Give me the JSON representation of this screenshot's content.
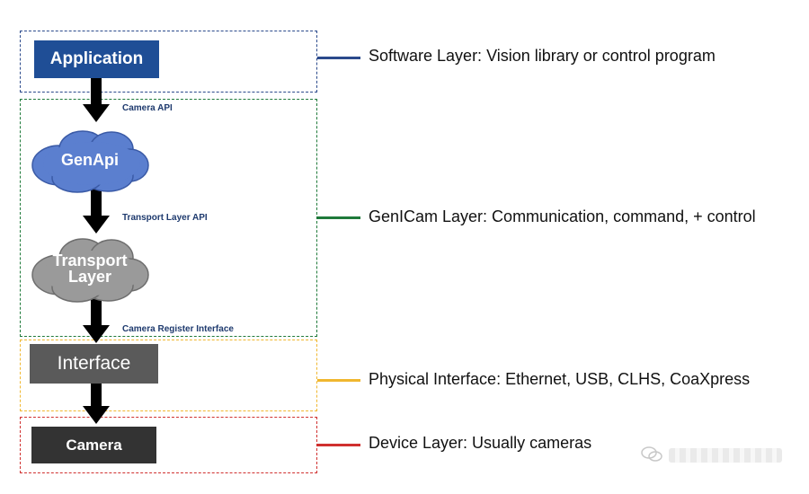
{
  "nodes": {
    "application": "Application",
    "genapi": "GenApi",
    "transport_layer": "Transport\nLayer",
    "interface": "Interface",
    "camera": "Camera"
  },
  "api_labels": {
    "camera_api": "Camera API",
    "transport_layer_api": "Transport Layer API",
    "camera_register_interface": "Camera Register Interface"
  },
  "layers": [
    {
      "description": "Software Layer: Vision library or control program",
      "color": "#2b4a8c"
    },
    {
      "description": "GenICam Layer: Communication, command, + control",
      "color": "#1f7a3a"
    },
    {
      "description": "Physical Interface: Ethernet, USB, CLHS, CoaXpress",
      "color": "#f0b72f"
    },
    {
      "description": "Device Layer: Usually cameras",
      "color": "#d0302f"
    }
  ],
  "colors": {
    "application_fill": "#1f4e96",
    "genapi_fill": "#5b7fcf",
    "transport_fill": "#9a9a9a",
    "interface_fill": "#5a5a5a",
    "camera_fill": "#333333",
    "arrow": "#000000"
  },
  "icons": [
    "cloud-shape",
    "down-arrow",
    "watermark-logo-icon"
  ]
}
